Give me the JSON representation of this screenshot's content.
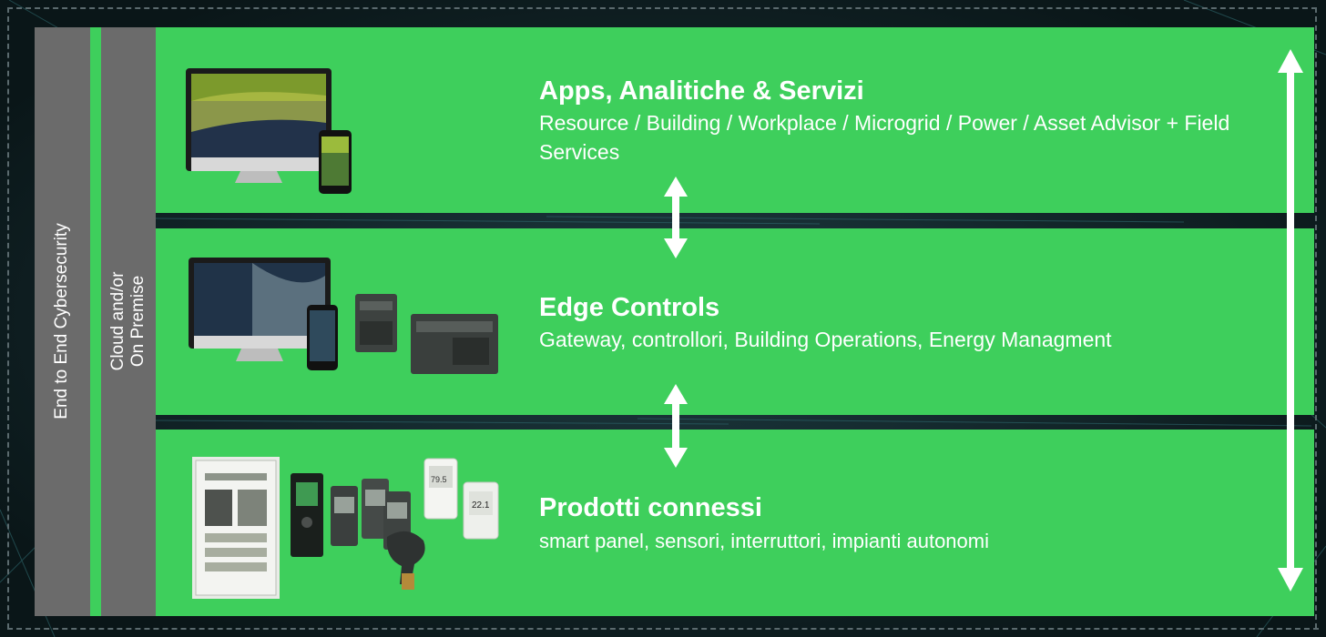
{
  "frame": {
    "outer_label": "End to End Cybersecurity",
    "inner_label_line1": "Cloud and/or",
    "inner_label_line2": "On Premise"
  },
  "tiers": [
    {
      "title": "Apps, Analitiche & Servizi",
      "description": "Resource / Building / Workplace / Microgrid / Power / Asset Advisor + Field Services"
    },
    {
      "title": "Edge Controls",
      "description": "Gateway, controllori, Building Operations, Energy Managment"
    },
    {
      "title": "Prodotti connessi",
      "description": "smart panel, sensori, interruttori, impianti autonomi"
    }
  ],
  "devices": {
    "thermostat_reading": "22.1",
    "sensor_reading": "79.5"
  },
  "colors": {
    "tier_green": "#3ecf5c",
    "side_gray": "#6b6b6b",
    "background": "#0c1c1f",
    "arrow": "#ffffff"
  }
}
